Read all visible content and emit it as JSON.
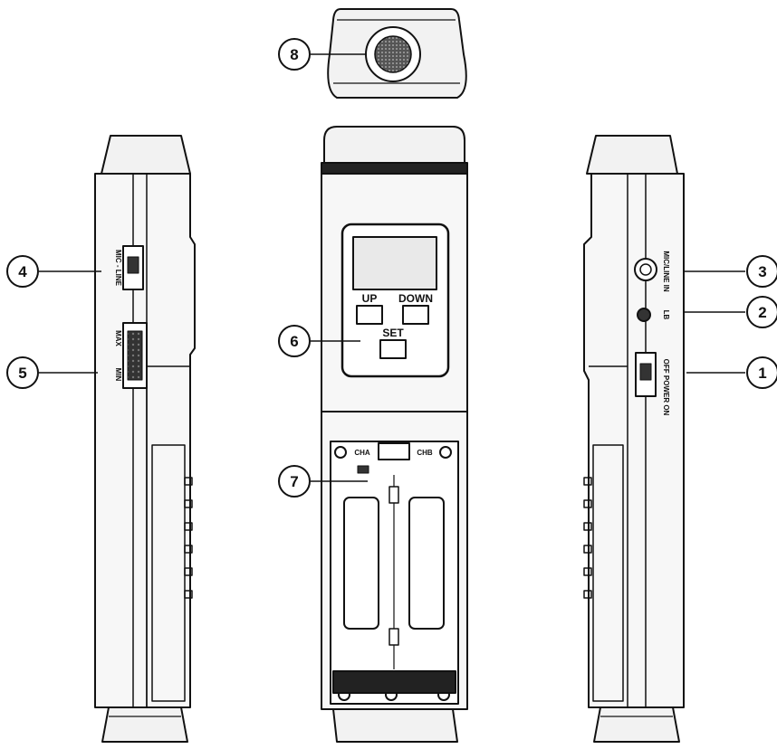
{
  "callouts": [
    "1",
    "2",
    "3",
    "4",
    "5",
    "6",
    "7",
    "8"
  ],
  "front": {
    "buttons": {
      "up": "UP",
      "down": "DOWN",
      "set": "SET"
    },
    "battery": {
      "cha": "CHA",
      "chb": "CHB"
    }
  },
  "left_side": {
    "mic_line": "MIC - LINE",
    "max": "MAX",
    "min": "MIN"
  },
  "right_side": {
    "mic_line_in": "MIC/LINE IN",
    "lb": "LB",
    "power": "OFF POWER ON"
  },
  "colors": {
    "ink": "#111111",
    "paper": "#ffffff",
    "device_fill": "#f2f2f2",
    "screen_fill": "#e9e9e9"
  }
}
